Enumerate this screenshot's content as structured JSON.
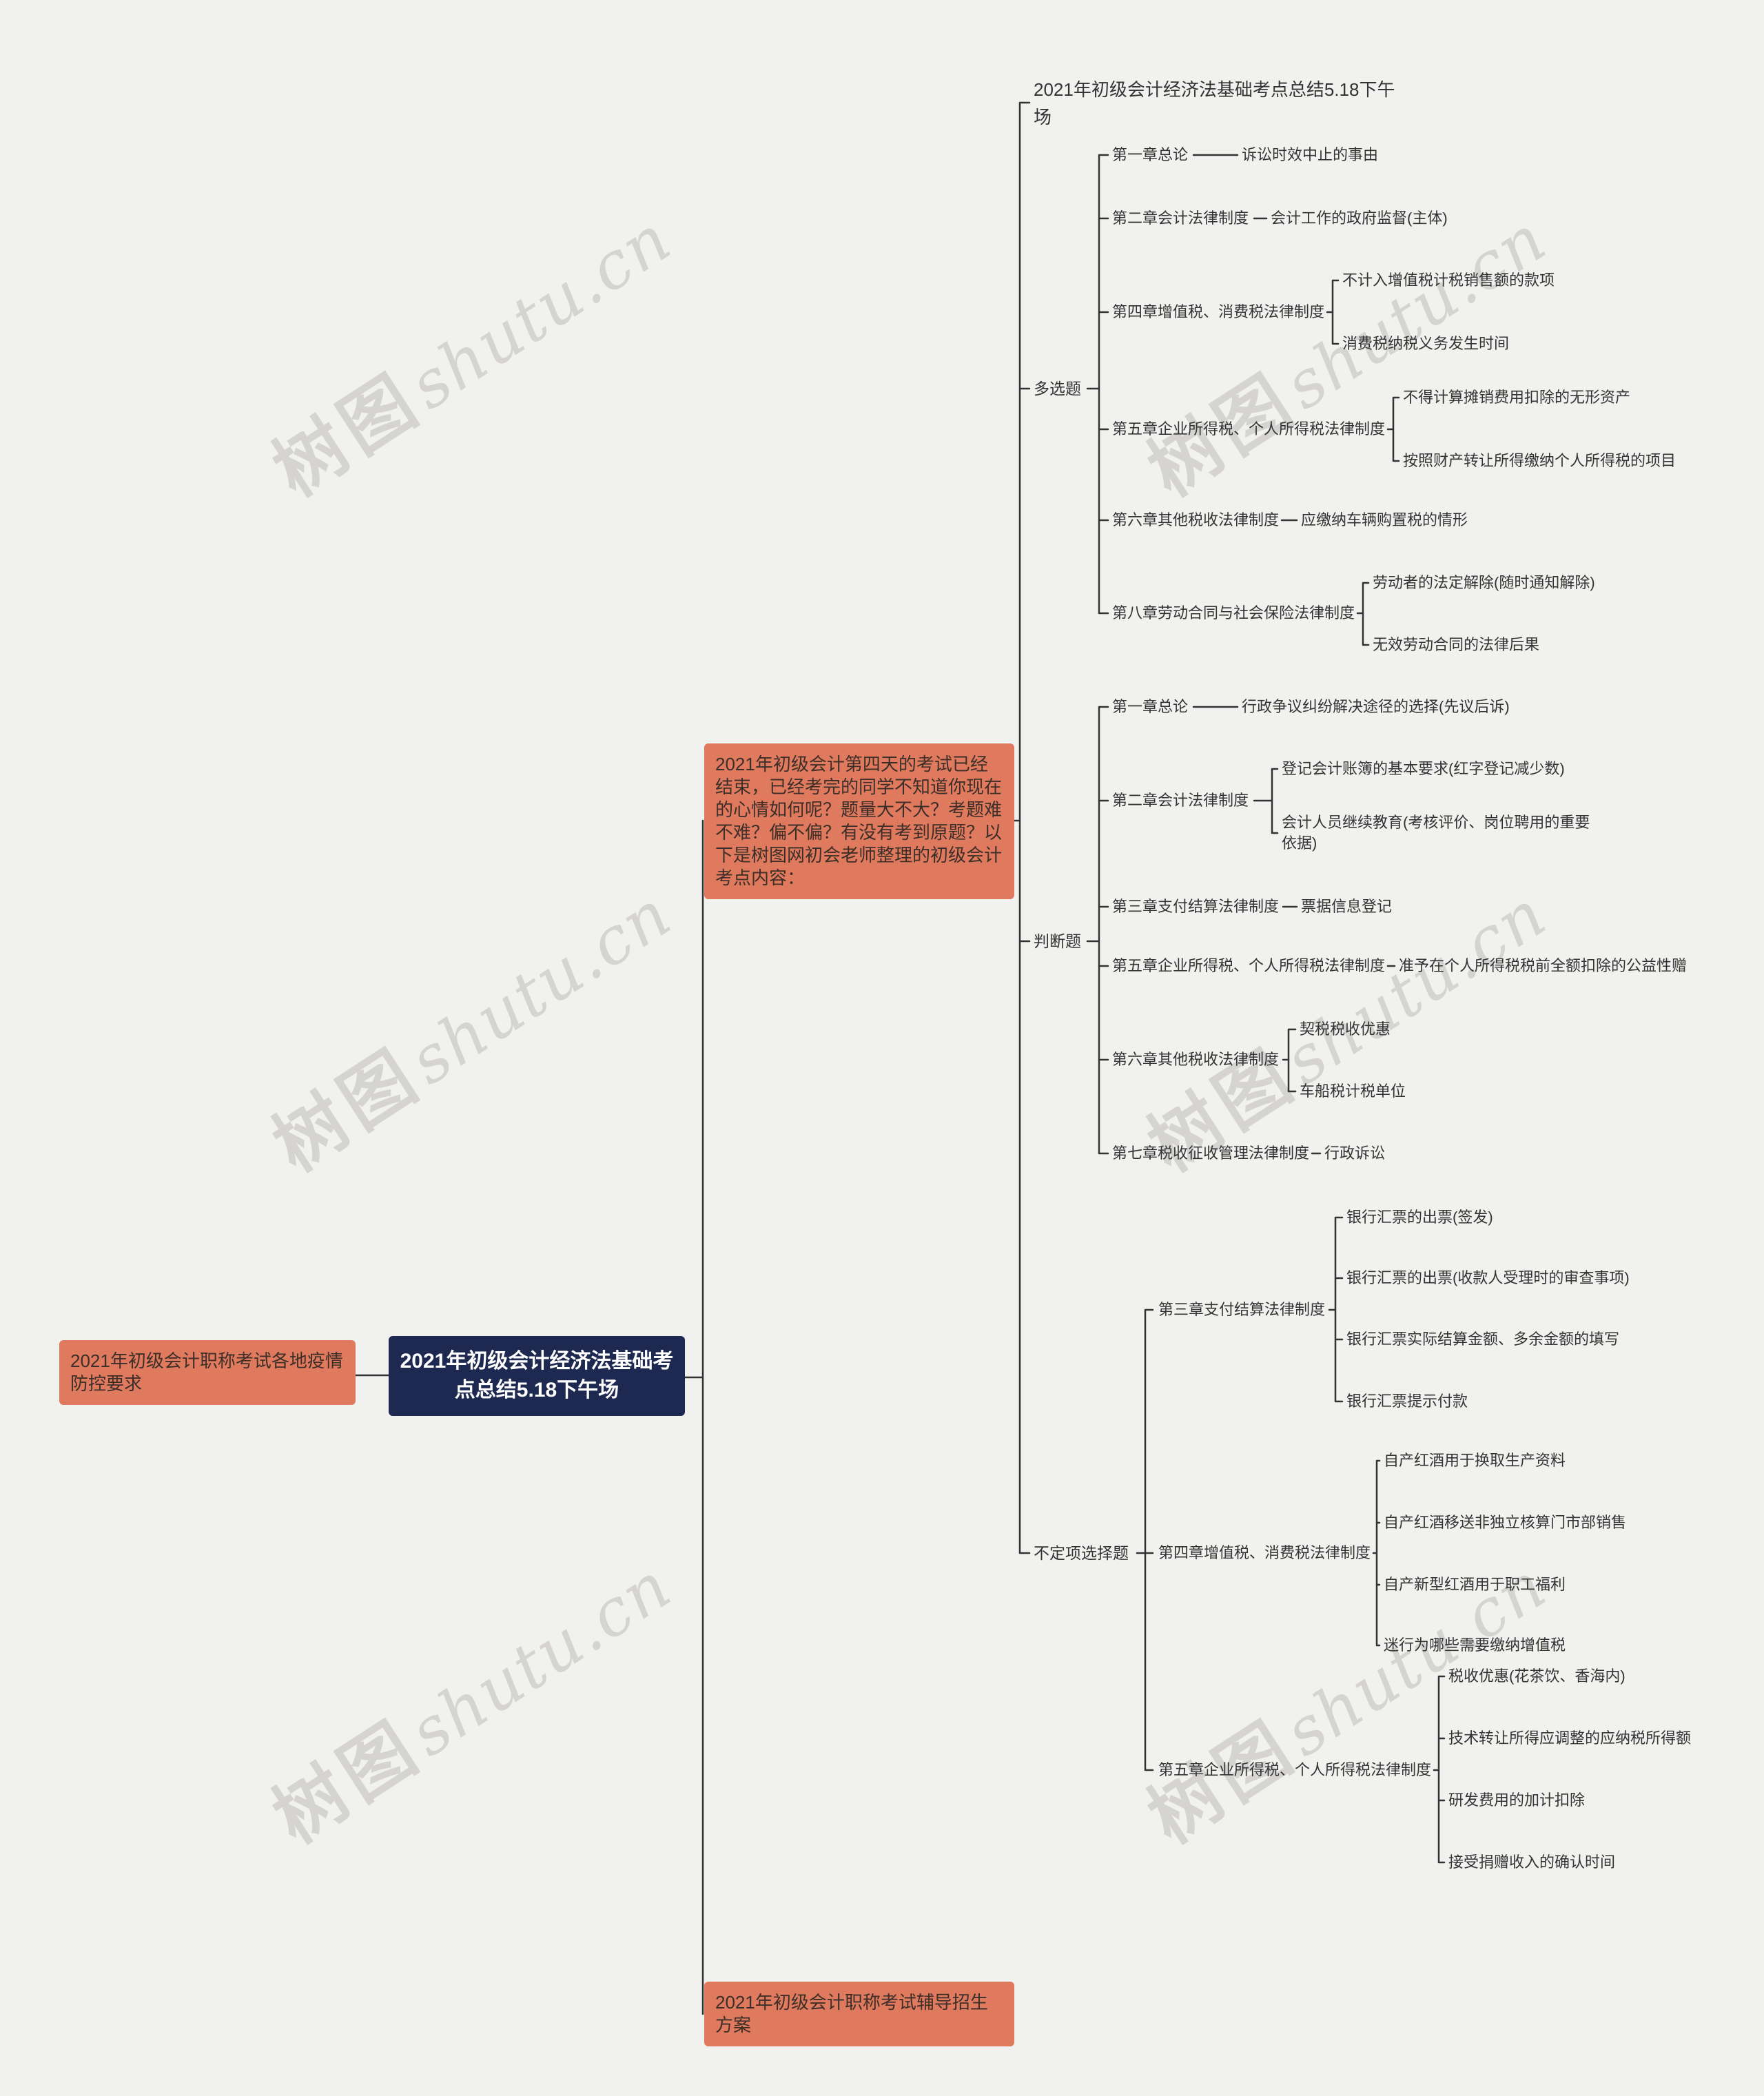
{
  "colors": {
    "background": "#f1f1ef",
    "root_bg": "#1d2950",
    "branch_bg": "#e07a5f",
    "line": "#333333",
    "watermark": "#d5d4d2"
  },
  "watermark": {
    "cjk": "树图",
    "latin": "shutu.cn"
  },
  "root": {
    "label": "2021年初级会计经济法基础考点总结5.18下午场"
  },
  "epidemic_branch": {
    "label": "2021年初级会计职称考试各地疫情防控要求"
  },
  "enroll_branch": {
    "label": "2021年初级会计职称考试辅导招生方案"
  },
  "intro_branch": {
    "label": "2021年初级会计第四天的考试已经结束，已经考完的同学不知道你现在的心情如何呢？题量大不大？考题难不难？偏不偏？有没有考到原题？以下是树图网初会老师整理的初级会计考点内容："
  },
  "summary_title": {
    "label": "2021年初级会计经济法基础考点总结5.18下午场"
  },
  "sections": [
    {
      "label": "多选题",
      "chapters": [
        {
          "label": "第一章总论",
          "points": [
            "诉讼时效中止的事由"
          ]
        },
        {
          "label": "第二章会计法律制度",
          "points": [
            "会计工作的政府监督(主体)"
          ]
        },
        {
          "label": "第四章增值税、消费税法律制度",
          "points": [
            "不计入增值税计税销售额的款项",
            "消费税纳税义务发生时间"
          ]
        },
        {
          "label": "第五章企业所得税、个人所得税法律制度",
          "points": [
            "不得计算摊销费用扣除的无形资产",
            "按照财产转让所得缴纳个人所得税的项目"
          ]
        },
        {
          "label": "第六章其他税收法律制度",
          "points": [
            "应缴纳车辆购置税的情形"
          ]
        },
        {
          "label": "第八章劳动合同与社会保险法律制度",
          "points": [
            "劳动者的法定解除(随时通知解除)",
            "无效劳动合同的法律后果"
          ]
        }
      ]
    },
    {
      "label": "判断题",
      "chapters": [
        {
          "label": "第一章总论",
          "points": [
            "行政争议纠纷解决途径的选择(先议后诉)"
          ]
        },
        {
          "label": "第二章会计法律制度",
          "points": [
            "登记会计账簿的基本要求(红字登记减少数)",
            "会计人员继续教育(考核评价、岗位聘用的重要依据)"
          ]
        },
        {
          "label": "第三章支付结算法律制度",
          "points": [
            "票据信息登记"
          ]
        },
        {
          "label": "第五章企业所得税、个人所得税法律制度",
          "points": [
            "准予在个人所得税税前全额扣除的公益性赠"
          ]
        },
        {
          "label": "第六章其他税收法律制度",
          "points": [
            "契税税收优惠",
            "车船税计税单位"
          ]
        },
        {
          "label": "第七章税收征收管理法律制度",
          "points": [
            "行政诉讼"
          ]
        }
      ]
    },
    {
      "label": "不定项选择题",
      "chapters": [
        {
          "label": "第三章支付结算法律制度",
          "points": [
            "银行汇票的出票(签发)",
            "银行汇票的出票(收款人受理时的审查事项)",
            "银行汇票实际结算金额、多余金额的填写",
            "银行汇票提示付款"
          ]
        },
        {
          "label": "第四章增值税、消费税法律制度",
          "points": [
            "自产红酒用于换取生产资料",
            "自产红酒移送非独立核算门市部销售",
            "自产新型红酒用于职工福利",
            "迷行为哪些需要缴纳增值税"
          ]
        },
        {
          "label": "第五章企业所得税、个人所得税法律制度",
          "points": [
            "税收优惠(花茶饮、香海内)",
            "技术转让所得应调整的应纳税所得额",
            "研发费用的加计扣除",
            "接受捐赠收入的确认时间"
          ]
        }
      ]
    }
  ]
}
